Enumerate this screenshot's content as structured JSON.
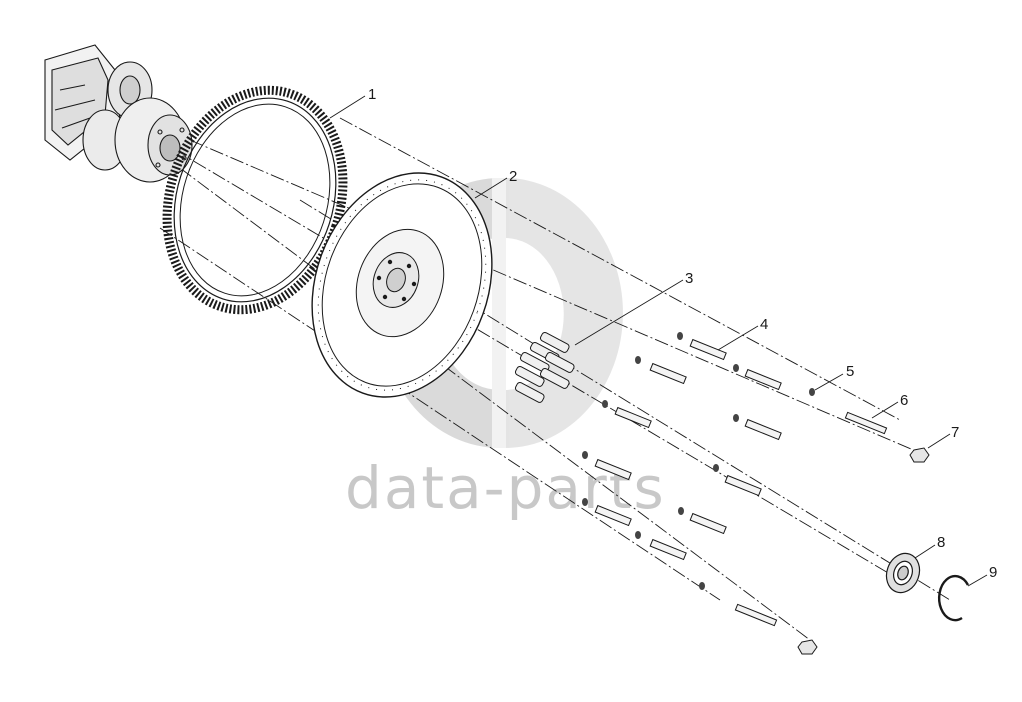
{
  "watermark": {
    "text": "data-parts",
    "color": "#c8c8c8"
  },
  "callouts": [
    {
      "label": "1",
      "part": "ring-gear"
    },
    {
      "label": "2",
      "part": "flywheel"
    },
    {
      "label": "3",
      "part": "flywheel-bolts"
    },
    {
      "label": "4",
      "part": "bolt"
    },
    {
      "label": "5",
      "part": "washer"
    },
    {
      "label": "6",
      "part": "stud"
    },
    {
      "label": "7",
      "part": "nut"
    },
    {
      "label": "8",
      "part": "bearing"
    },
    {
      "label": "9",
      "part": "snap-ring"
    }
  ],
  "colors": {
    "line": "#1a1a1a",
    "watermark": "#c8c8c8",
    "background": "#ffffff"
  }
}
